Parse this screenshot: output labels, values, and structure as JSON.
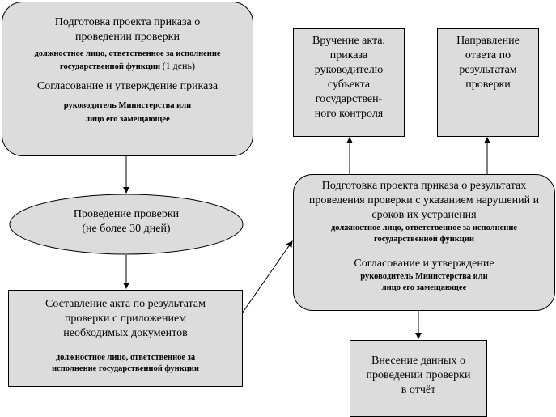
{
  "box1": {
    "title": "Подготовка проекта приказа о проведении проверки",
    "resp": "должностное лицо, ответственное за исполнение государственной функции",
    "term": "(1 день)",
    "step2": "Согласование и утверждение приказа",
    "resp2": "руководитель Министерства или лицо его замещающее"
  },
  "ellipse": {
    "line1": "Проведение проверки",
    "line2": "(не более 30 дней)"
  },
  "box3": {
    "title": "Составление акта по результатам проверки с приложением необходимых документов",
    "resp": "должностное лицо, ответственное за исполнение государственной функции"
  },
  "box4": {
    "title": "Подготовка проекта приказа о результатах проведения проверки с указанием нарушений и сроков их устранения",
    "resp": "должностное лицо, ответственное за исполнение государственной функции",
    "step2": "Согласование и утверждение",
    "resp2": "руководитель Министерства или лицо его замещающее"
  },
  "box5": {
    "title": "Вручение акта, приказа руководителю субъекта государствен-ного контроля"
  },
  "box6": {
    "title": "Направление ответа по результатам проверки"
  },
  "box7": {
    "title": "Внесение данных о проведении проверки в отчёт"
  },
  "colors": {
    "fill": "#dcdcdc",
    "stroke": "#000000"
  }
}
